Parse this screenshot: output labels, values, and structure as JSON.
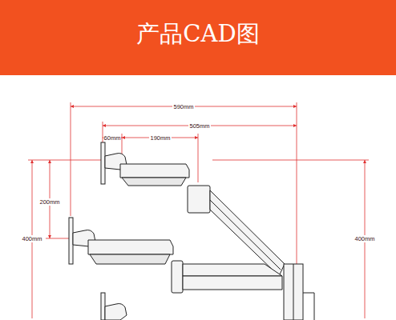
{
  "diagram": {
    "title": "产品CAD图",
    "labels": [
      "590mm",
      "505mm",
      "60mm",
      "190mm",
      "200mm",
      "400mm",
      "400mm"
    ]
  }
}
